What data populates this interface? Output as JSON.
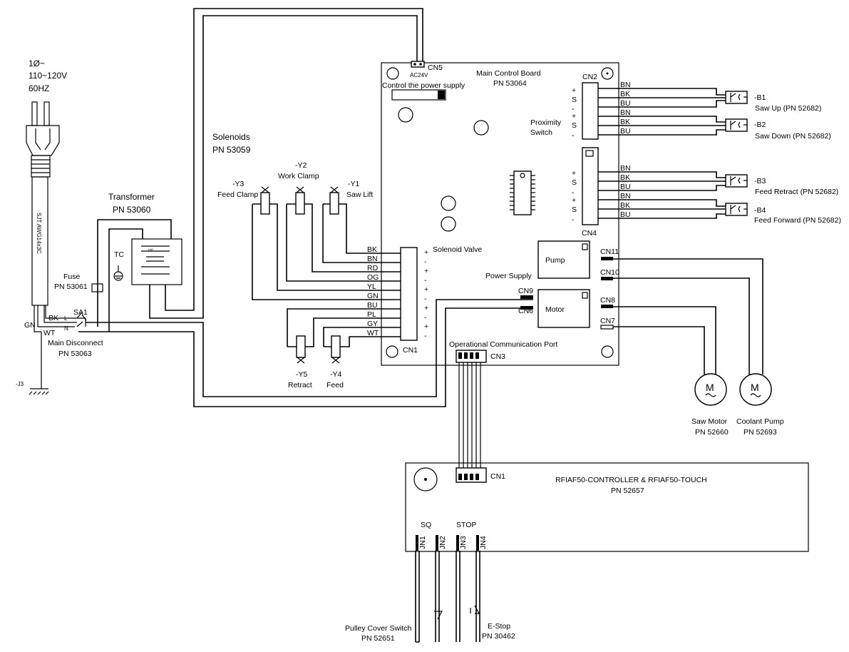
{
  "power": {
    "phase": "1Ø~",
    "voltage": "110~120V",
    "frequency": "60HZ",
    "cord_text": "SJT AWG14x3C",
    "gn": "GN",
    "bk": "BK",
    "wt": "WT",
    "l": "L",
    "n": "N",
    "sa1": "SA1",
    "ground": "-J3"
  },
  "fuse": {
    "label": "Fuse",
    "pn": "PN 53061"
  },
  "disconnect": {
    "label": "Main Disconnect",
    "pn": "PN 53063"
  },
  "transformer": {
    "label": "Transformer",
    "pn": "PN 53060",
    "tc": "TC"
  },
  "solenoids": {
    "label": "Solenoids",
    "pn": "PN 53059",
    "y1_tag": "-Y1",
    "y1_name": "Saw Lift",
    "y2_tag": "-Y2",
    "y2_name": "Work Clamp",
    "y3_tag": "-Y3",
    "y3_name": "Feed Clamp",
    "y4_tag": "-Y4",
    "y4_name": "Feed",
    "y5_tag": "-Y5",
    "y5_name": "Retract"
  },
  "board": {
    "title": "Main Control Board",
    "pn": "PN 53064",
    "cn5": "CN5",
    "ac24v": "AC24V",
    "supply": "Control the power supply",
    "proximity_1": "Proximity",
    "proximity_2": "Switch",
    "cn1": "CN1",
    "cn2": "CN2",
    "cn3": "CN3",
    "cn4": "CN4",
    "cn6": "CN6",
    "cn7": "CN7",
    "cn8": "CN8",
    "cn9": "CN9",
    "cn10": "CN10",
    "cn11": "CN11",
    "solenoid_valve": "Solenoid Valve",
    "pump": "Pump",
    "motor": "Motor",
    "power_supply": "Power Supply",
    "comm_port": "Operational Communication Port"
  },
  "cn1_wires": [
    "BK",
    "BN",
    "RD",
    "OG",
    "YL",
    "GN",
    "BU",
    "PL",
    "GY",
    "WT"
  ],
  "cn1_signs": [
    "+",
    "-",
    "+",
    "-",
    "+",
    "-",
    "+",
    "-",
    "+",
    "-"
  ],
  "cn2_wires": [
    "BN",
    "BK",
    "BU",
    "BN",
    "BK",
    "BU"
  ],
  "cn4_wires": [
    "BN",
    "BK",
    "BU",
    "BN",
    "BK",
    "BU"
  ],
  "pin_signs": [
    "+",
    "S",
    "-",
    "+",
    "S",
    "-"
  ],
  "sensors": {
    "b1_tag": "-B1",
    "b1_name": "Saw Up (PN 52682)",
    "b2_tag": "-B2",
    "b2_name": "Saw Down (PN 52682)",
    "b3_tag": "-B3",
    "b3_name": "Feed Retract (PN 52682)",
    "b4_tag": "-B4",
    "b4_name": "Feed Forward (PN 52682)"
  },
  "motors": {
    "m": "M",
    "saw_name": "Saw Motor",
    "saw_pn": "PN 52660",
    "coolant_name": "Coolant Pump",
    "coolant_pn": "PN 52693"
  },
  "controller": {
    "title": "RFIAF50-CONTROLLER & RFIAF50-TOUCH",
    "pn": "PN 52657",
    "cn1": "CN1",
    "sq": "SQ",
    "stop": "STOP",
    "jn1": "JN1",
    "jn2": "JN2",
    "jn3": "JN3",
    "jn4": "JN4",
    "pulley_name": "Pulley Cover Switch",
    "pulley_pn": "PN 52651",
    "estop_name": "E-Stop",
    "estop_pn": "PN 30462"
  }
}
